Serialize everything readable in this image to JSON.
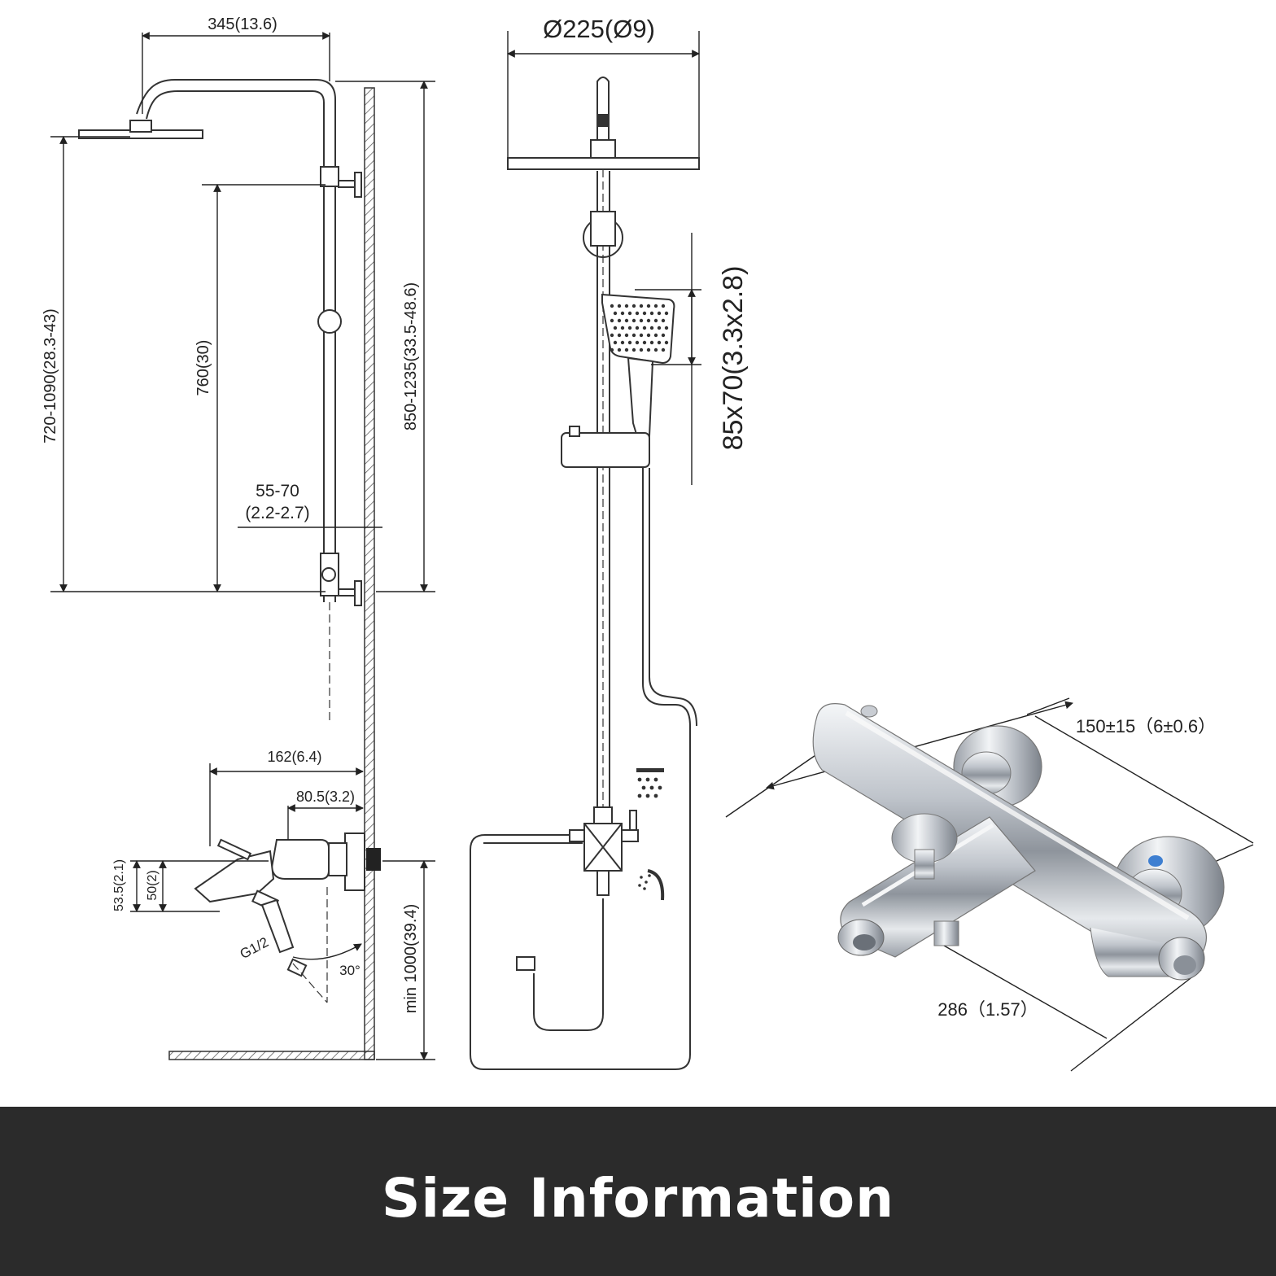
{
  "banner": {
    "title": "Size Information"
  },
  "side_view": {
    "arm_reach": "345(13.6)",
    "head_height": "720-1090(28.3-43)",
    "bracket_spacing": "760(30)",
    "total_height": "850-1235(33.5-48.6)",
    "wall_offset": "55-70",
    "wall_offset_in": "(2.2-2.7)",
    "mixer_depth": "162(6.4)",
    "mixer_body": "80.5(3.2)",
    "spout_height_outer": "53.5(2.1)",
    "spout_height_inner": "50(2)",
    "connector": "G1/2",
    "angle": "30°",
    "min_floor": "min 1000(39.4)"
  },
  "front_view": {
    "head_diameter": "Ø225(Ø9)",
    "hand_shower_size": "85x70(3.3x2.8)"
  },
  "mixer_view": {
    "centers": "150±15（6±0.6）",
    "length": "286（1.57）"
  },
  "colors": {
    "banner_bg": "#2b2b2b",
    "banner_text": "#ffffff",
    "line": "#222222",
    "chrome": "#c8ccd2"
  }
}
